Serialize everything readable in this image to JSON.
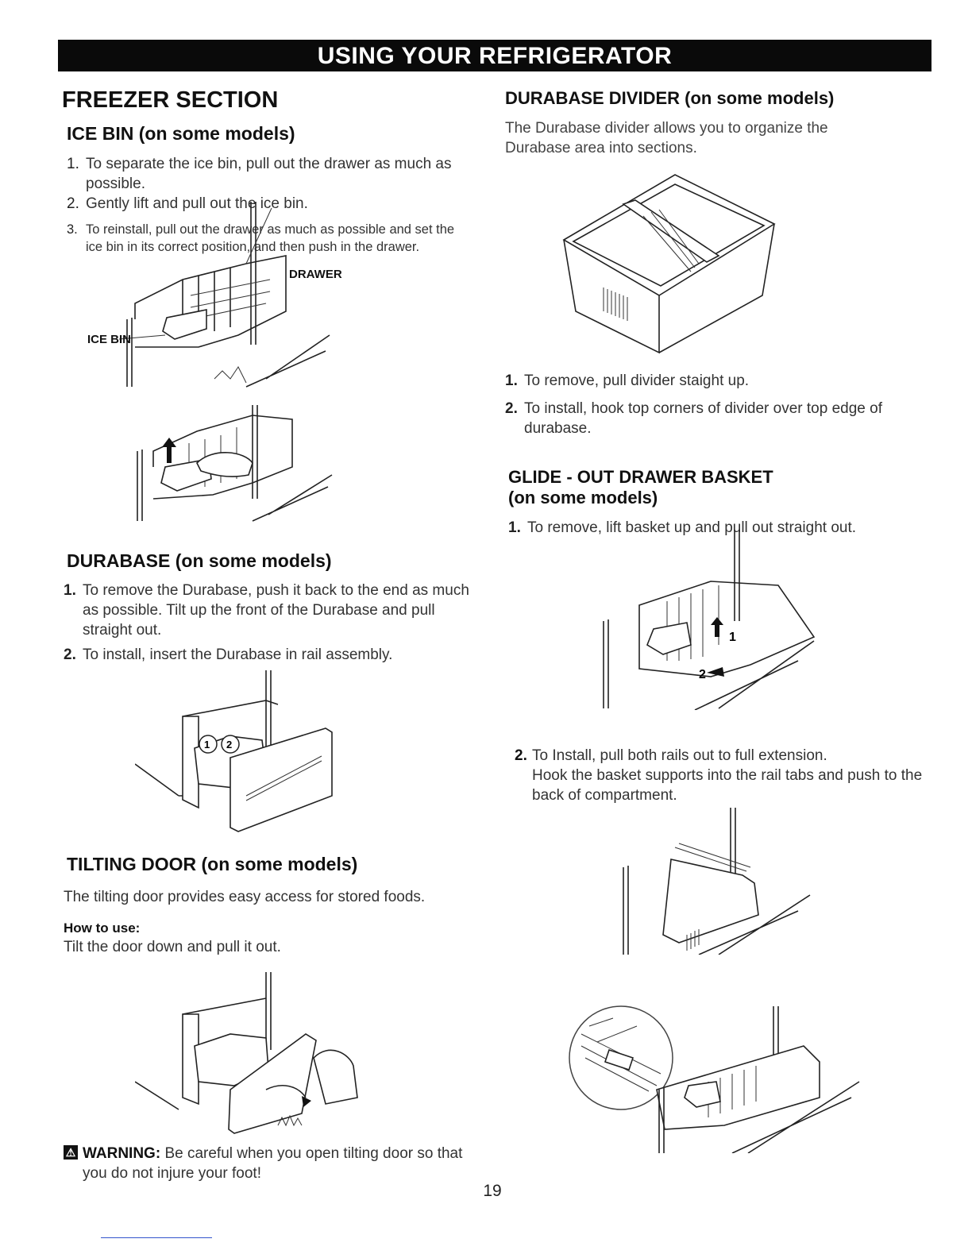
{
  "banner": "USING YOUR REFRIGERATOR",
  "left": {
    "section_title": "FREEZER SECTION",
    "ice_bin": {
      "heading": "ICE BIN (on some models)",
      "steps": [
        {
          "num": "1.",
          "text": "To separate the ice bin, pull out the drawer as much as possible."
        },
        {
          "num": "2.",
          "text": "Gently lift and pull out the ice bin."
        },
        {
          "num": "3.",
          "text": "To reinstall, pull out the drawer as much as possible and set the ice bin in its correct position, and then push in the drawer."
        }
      ],
      "label_drawer": "DRAWER",
      "label_ice_bin": "ICE BIN"
    },
    "durabase": {
      "heading": "DURABASE (on some models)",
      "steps": [
        {
          "num": "1.",
          "text": "To remove the Durabase, push it back to the end as much as possible. Tilt up the front of the Durabase and pull straight out."
        },
        {
          "num": "2.",
          "text": "To install, insert the Durabase in rail assembly."
        }
      ]
    },
    "tilting_door": {
      "heading": "TILTING DOOR (on some models)",
      "intro": "The tilting door provides easy access for stored foods.",
      "how_to_label": "How to use:",
      "how_to_text": "Tilt the door down and pull it out."
    },
    "warning": {
      "label": "WARNING:",
      "text": "Be careful when you open tilting door so that you do not injure your foot!"
    }
  },
  "right": {
    "divider": {
      "heading": "DURABASE DIVIDER (on some models)",
      "intro": "The Durabase divider allows you to organize the Durabase area into sections.",
      "steps": [
        {
          "num": "1.",
          "text": "To remove, pull divider staight up."
        },
        {
          "num": "2.",
          "text": "To install, hook top corners of divider over top edge of durabase."
        }
      ]
    },
    "glide": {
      "heading_line1": "GLIDE - OUT DRAWER BASKET",
      "heading_line2": "(on some models)",
      "step1": {
        "num": "1.",
        "text": "To remove, lift basket up and pull out straight out."
      },
      "step2": {
        "num": "2.",
        "text": "To Install, pull both rails out to full extension.",
        "text2": "Hook the basket supports into the rail tabs and push to the back of compartment."
      }
    }
  },
  "page_number": "19"
}
